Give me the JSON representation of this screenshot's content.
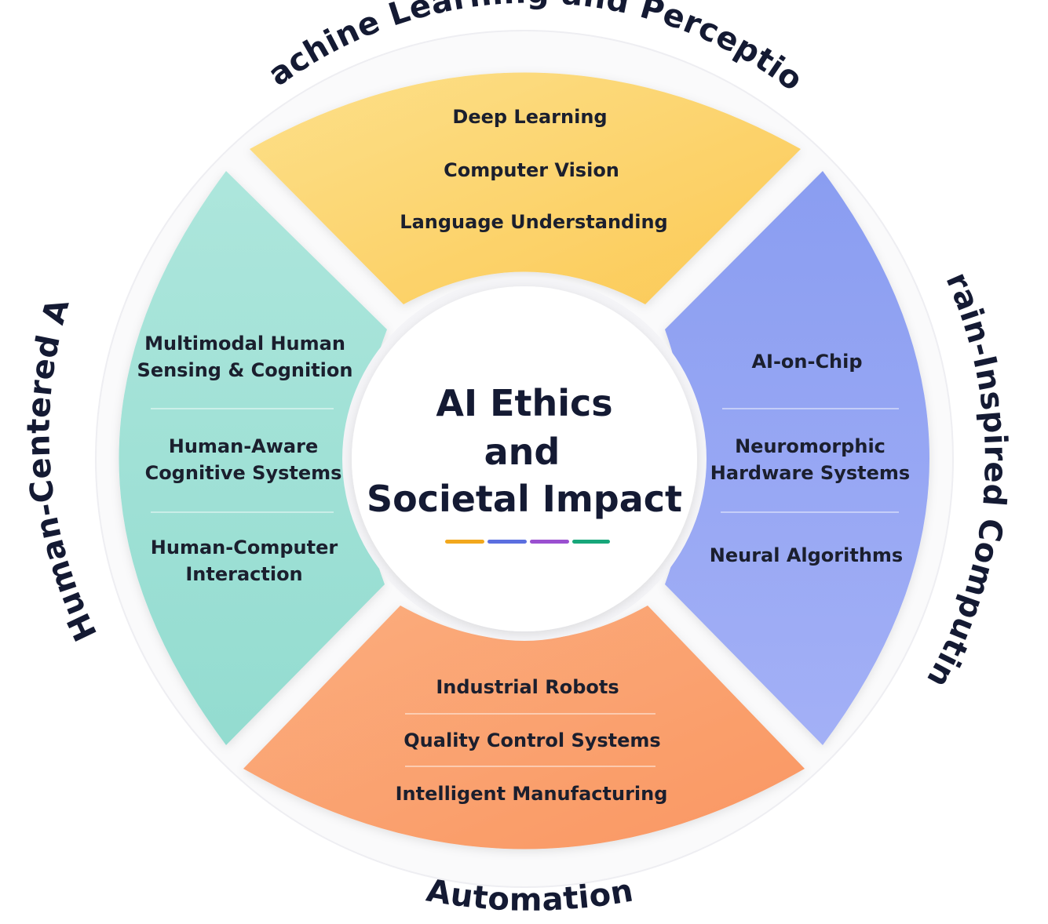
{
  "center": {
    "lines": [
      "AI Ethics",
      "and",
      "Societal Impact"
    ],
    "accents": [
      "#f2a81d",
      "#5b6fe0",
      "#9a4fd0",
      "#17a77a"
    ]
  },
  "sectors": {
    "top": {
      "title": "Machine Learning and Perception",
      "color": "#fbd062",
      "items": [
        "Deep Learning",
        "Computer Vision",
        "Language Understanding"
      ]
    },
    "right": {
      "title": "Brain-Inspired Computing",
      "color": "#8c9ff2",
      "items": [
        "AI-on-Chip",
        "Neuromorphic|Hardware Systems",
        "Neural Algorithms"
      ]
    },
    "bottom": {
      "title": "Automation",
      "color": "#fba06f",
      "items": [
        "Industrial Robots",
        "Quality Control Systems",
        "Intelligent Manufacturing"
      ]
    },
    "left": {
      "title": "Human-Centered AI",
      "color": "#9fe0d5",
      "items": [
        "Multimodal Human|Sensing & Cognition",
        "Human-Aware|Cognitive Systems",
        "Human-Computer|Interaction"
      ]
    }
  }
}
